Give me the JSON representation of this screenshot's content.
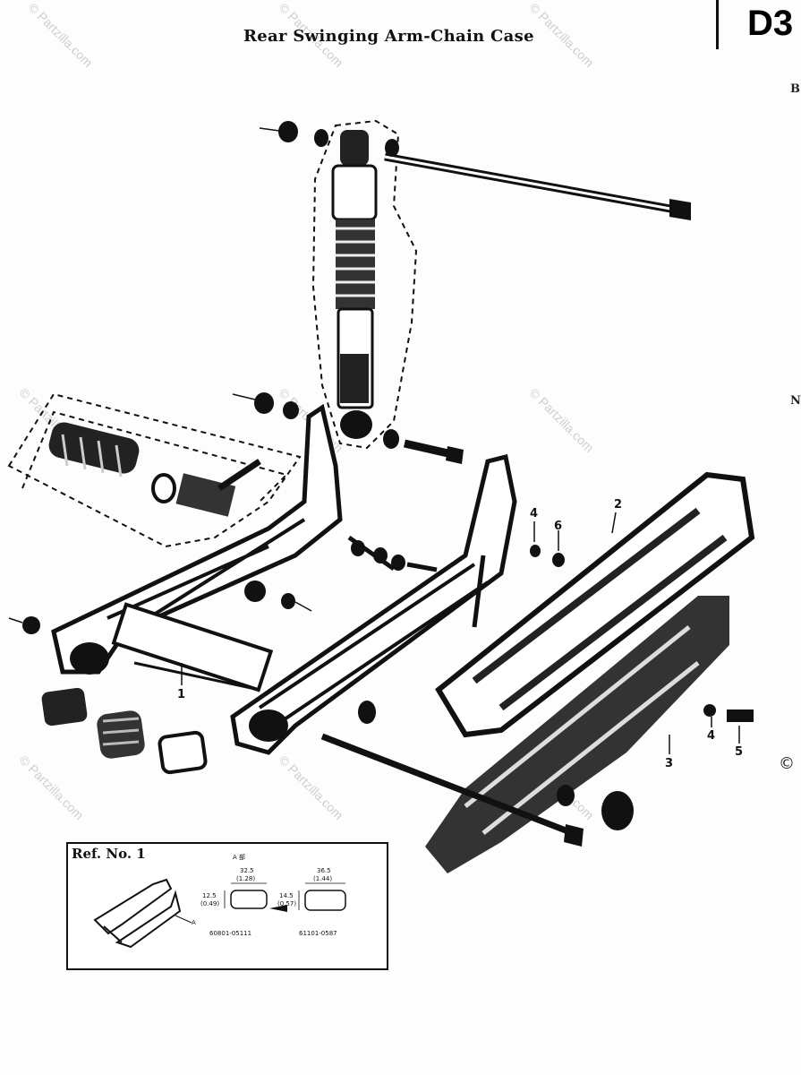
{
  "header": {
    "title": "Rear Swinging Arm-Chain Case",
    "section_code": "D3"
  },
  "edge_marks": {
    "b": "B",
    "n": "N",
    "c": "©"
  },
  "callouts": [
    "1",
    "2",
    "3",
    "4",
    "5",
    "4",
    "6"
  ],
  "ref_box": {
    "title": "Ref. No. 1",
    "marker_a": "A",
    "detail_label": "A 部",
    "dim_left_width": "32.5",
    "dim_left_width_in": "(1.28)",
    "dim_left_height": "12.5",
    "dim_left_height_in": "(0.49)",
    "dim_right_width": "36.5",
    "dim_right_width_in": "(1.44)",
    "dim_right_height": "14.5",
    "dim_right_height_in": "(0.57)",
    "part_left": "60801-05111",
    "part_right": "61101-0587"
  },
  "watermark": "© Partzilla.com",
  "colors": {
    "ink": "#111111",
    "paper": "#fdfdfd"
  }
}
